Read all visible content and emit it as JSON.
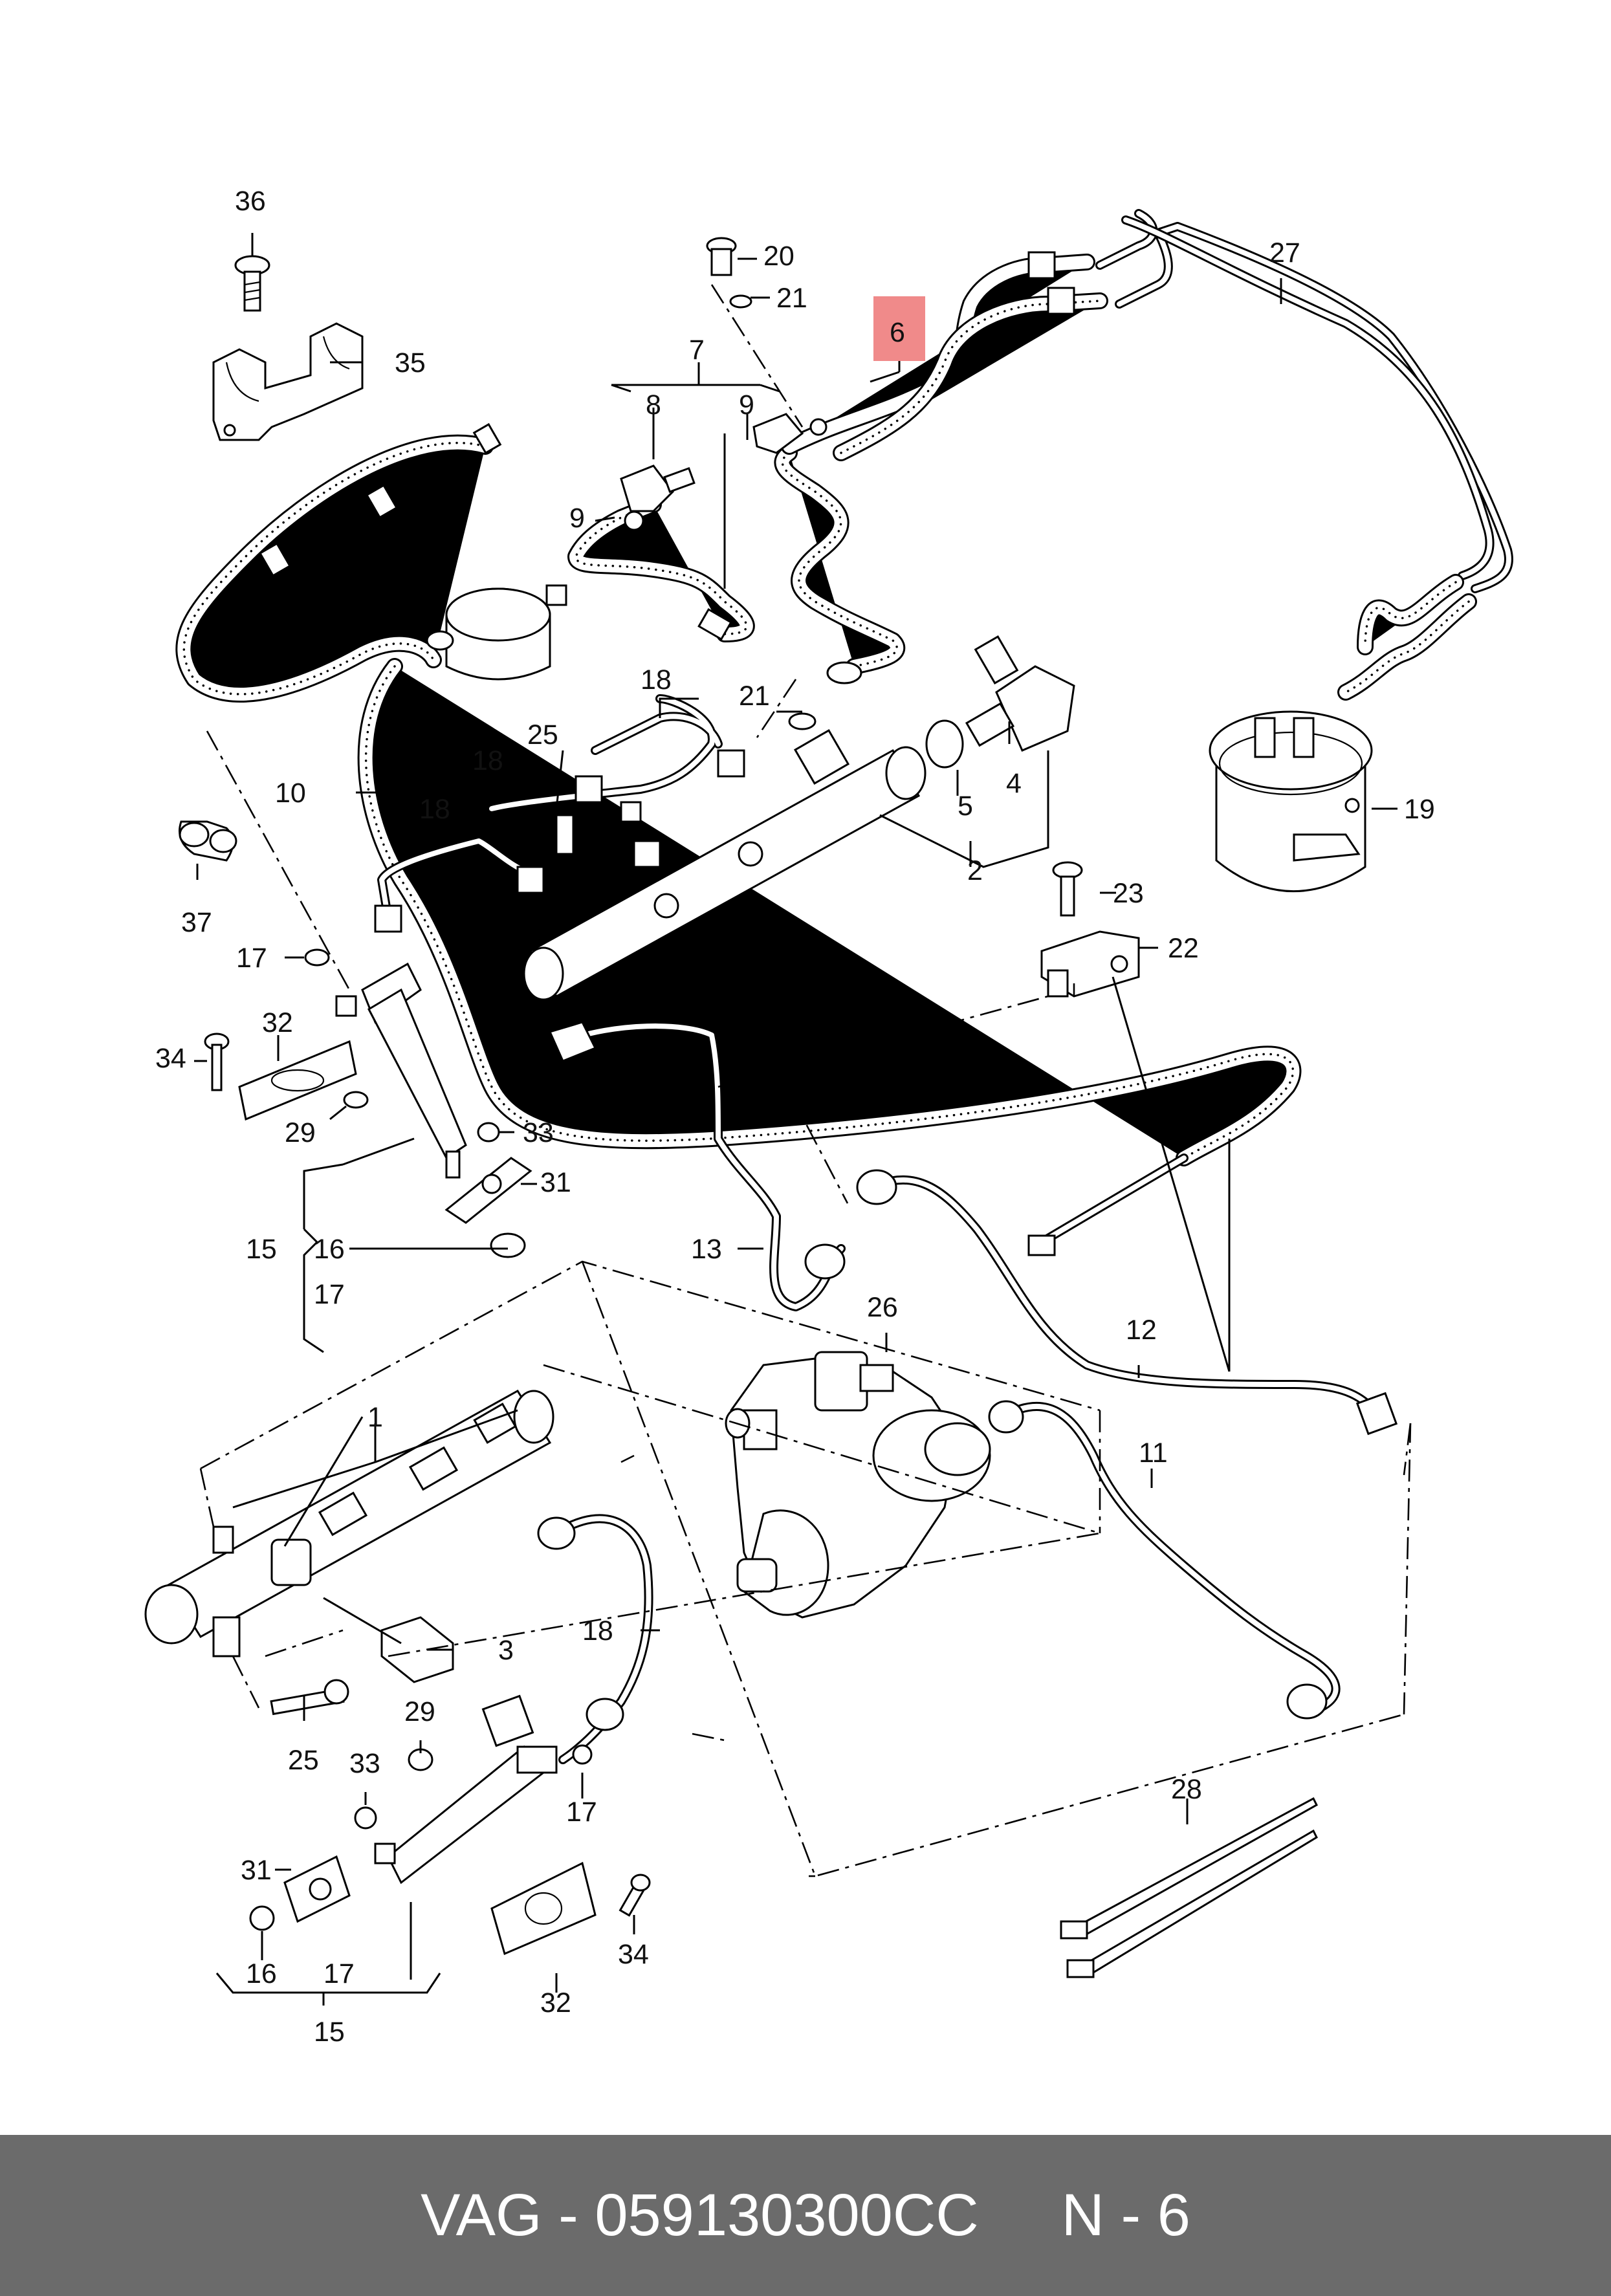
{
  "diagram": {
    "callouts": {
      "c1": "1",
      "c2": "2",
      "c3": "3",
      "c4": "4",
      "c5": "5",
      "c6": "6",
      "c7": "7",
      "c8": "8",
      "c9a": "9",
      "c9b": "9",
      "c10": "10",
      "c11": "11",
      "c12": "12",
      "c13": "13",
      "c15a": "15",
      "c15b": "15",
      "c16a": "16",
      "c16b": "16",
      "c17a": "17",
      "c17b": "17",
      "c17c": "17",
      "c17d": "17",
      "c18a": "18",
      "c18b": "18",
      "c18c": "18",
      "c18d": "18",
      "c19": "19",
      "c20": "20",
      "c21a": "21",
      "c21b": "21",
      "c22": "22",
      "c23": "23",
      "c25a": "25",
      "c25b": "25",
      "c26": "26",
      "c27": "27",
      "c28": "28",
      "c29a": "29",
      "c29b": "29",
      "c31a": "31",
      "c31b": "31",
      "c32a": "32",
      "c32b": "32",
      "c33a": "33",
      "c33b": "33",
      "c34a": "34",
      "c34b": "34",
      "c35": "35",
      "c36": "36",
      "c37": "37"
    },
    "highlight_color": "#f08a8a"
  },
  "footer": {
    "brand": "VAG",
    "separator": " - ",
    "part_number": "059130300CC",
    "position_label": "N - 6",
    "background": "#6b6b6b"
  }
}
